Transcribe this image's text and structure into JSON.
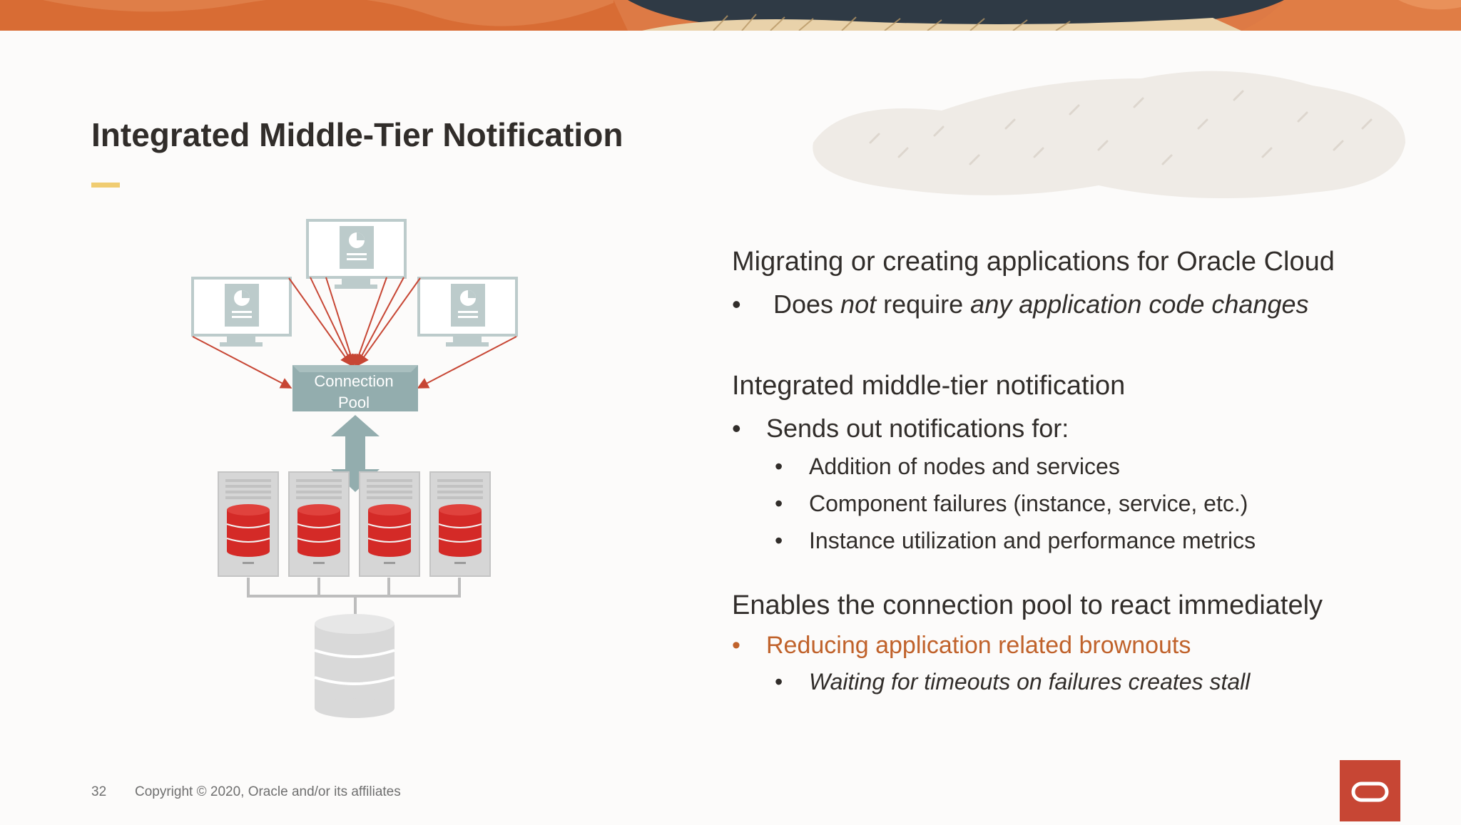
{
  "slide": {
    "title": "Integrated Middle-Tier Notification",
    "page_number": "32",
    "copyright": "Copyright © 2020, Oracle and/or its affiliates"
  },
  "diagram": {
    "pool_label_line1": "Connection",
    "pool_label_line2": "Pool",
    "client_count": 3,
    "db_node_count": 4
  },
  "content": {
    "sections": [
      {
        "heading": "Migrating or creating applications for Oracle Cloud",
        "bullet": {
          "parts": [
            "Does ",
            "not",
            " require ",
            "any application code changes"
          ]
        }
      },
      {
        "heading": "Integrated middle-tier notification",
        "bullet": {
          "text": "Sends out notifications for:"
        },
        "subitems": [
          "Addition of nodes and services",
          "Component failures (instance, service, etc.)",
          "Instance utilization and performance metrics"
        ]
      },
      {
        "heading": "Enables the connection pool to react immediately",
        "bullet": {
          "text": "Reducing application related brownouts"
        },
        "subitems": [
          "Waiting for timeouts on failures creates stall"
        ]
      }
    ],
    "bullet_glyph": "•"
  },
  "colors": {
    "title": "#312d2a",
    "accent_bar": "#f0cc71",
    "highlight_text": "#c0622b",
    "arrows": "#c74634",
    "pool_box": "#93adae",
    "db_red": "#d42a27",
    "logo_bg": "#c74634"
  },
  "icons": [
    "monitor-icon",
    "document-chart-icon",
    "server-icon",
    "database-icon",
    "oracle-logo-icon"
  ]
}
